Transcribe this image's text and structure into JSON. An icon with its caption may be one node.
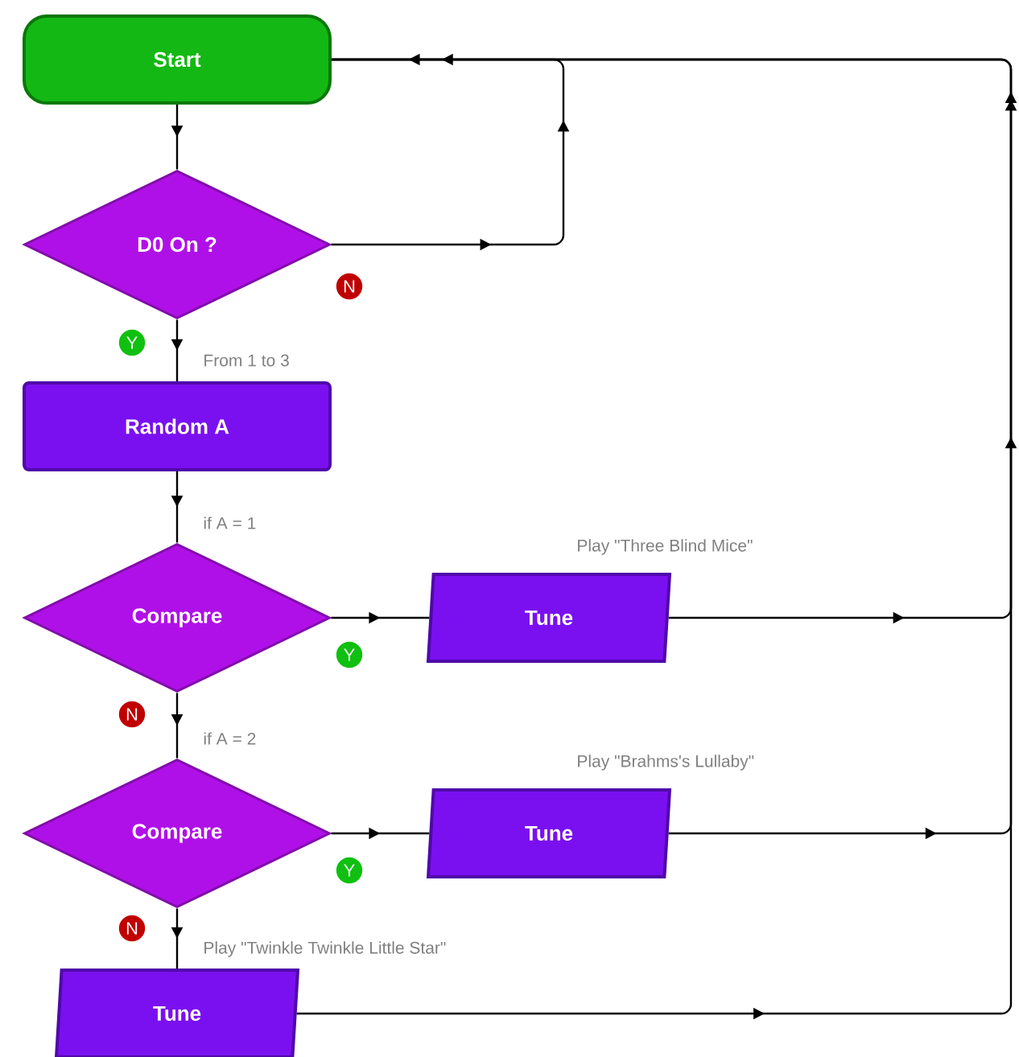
{
  "diagram": {
    "nodes": [
      {
        "text": [
          "Start"
        ]
      },
      {
        "text": [
          "D0 On ?"
        ]
      },
      {
        "text": [
          "Random A"
        ],
        "beside": [
          "From 1 to 3"
        ]
      },
      {
        "text": [
          "Compare"
        ],
        "beside": [
          "if A = 1"
        ]
      },
      {
        "text": [
          "Tune"
        ],
        "beside": [
          "Play \"Three Blind Mice\""
        ]
      },
      {
        "text": [
          "Compare"
        ],
        "beside": [
          "if A = 2"
        ]
      },
      {
        "text": [
          "Tune"
        ],
        "beside": [
          "Play \"Brahms's Lullaby\""
        ]
      },
      {
        "text": [
          "Tune"
        ],
        "beside": [
          "Play \"Twinkle Twinkle Little Star\""
        ]
      }
    ],
    "edges": [
      {
        "from": 0,
        "to": 1,
        "arrow": "to"
      },
      {
        "from": 1,
        "to": 2,
        "arrow": "to",
        "label": "Y"
      },
      {
        "from": 1,
        "to": 0,
        "arrow": "to",
        "label": "N"
      },
      {
        "from": 2,
        "to": 3,
        "arrow": "to"
      },
      {
        "from": 3,
        "to": 4,
        "arrow": "to",
        "label": "Y"
      },
      {
        "from": 3,
        "to": 5,
        "arrow": "to",
        "label": "N"
      },
      {
        "from": 4,
        "to": 0,
        "arrow": "to"
      },
      {
        "from": 5,
        "to": 6,
        "arrow": "to",
        "label": "Y"
      },
      {
        "from": 5,
        "to": 7,
        "arrow": "to",
        "label": "N"
      },
      {
        "from": 6,
        "to": 0,
        "arrow": "to"
      },
      {
        "from": 7,
        "to": 0,
        "arrow": "to"
      }
    ]
  }
}
